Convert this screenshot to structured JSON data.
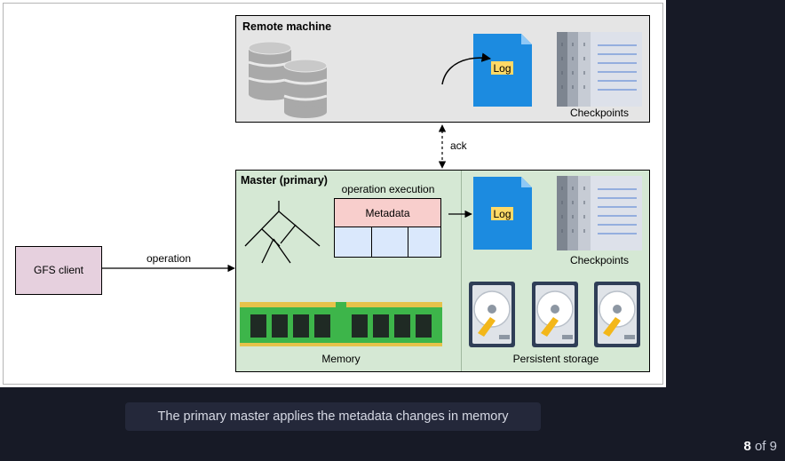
{
  "diagram": {
    "remote": {
      "title": "Remote machine",
      "log_label": "Log",
      "checkpoints_label": "Checkpoints"
    },
    "ack_label": "ack",
    "master": {
      "title": "Master (primary)",
      "op_exec_label": "operation execution",
      "metadata_label": "Metadata",
      "log_label": "Log",
      "checkpoints_label": "Checkpoints",
      "memory_label": "Memory",
      "storage_label": "Persistent storage"
    },
    "client": {
      "label": "GFS client"
    },
    "operation_label": "operation"
  },
  "caption": "The primary master applies the metadata changes in memory",
  "pager": {
    "current": "8",
    "of_text": "of 9"
  },
  "colors": {
    "remote_fill": "#e5e5e5",
    "master_fill": "#d5e8d4",
    "client_fill": "#e6d0de",
    "metadata_fill": "#f8cecc",
    "table_fill": "#dae8fc",
    "log_blue": "#1c8be0",
    "label_yellow": "#ffd966",
    "memory_green": "#3db54a"
  }
}
